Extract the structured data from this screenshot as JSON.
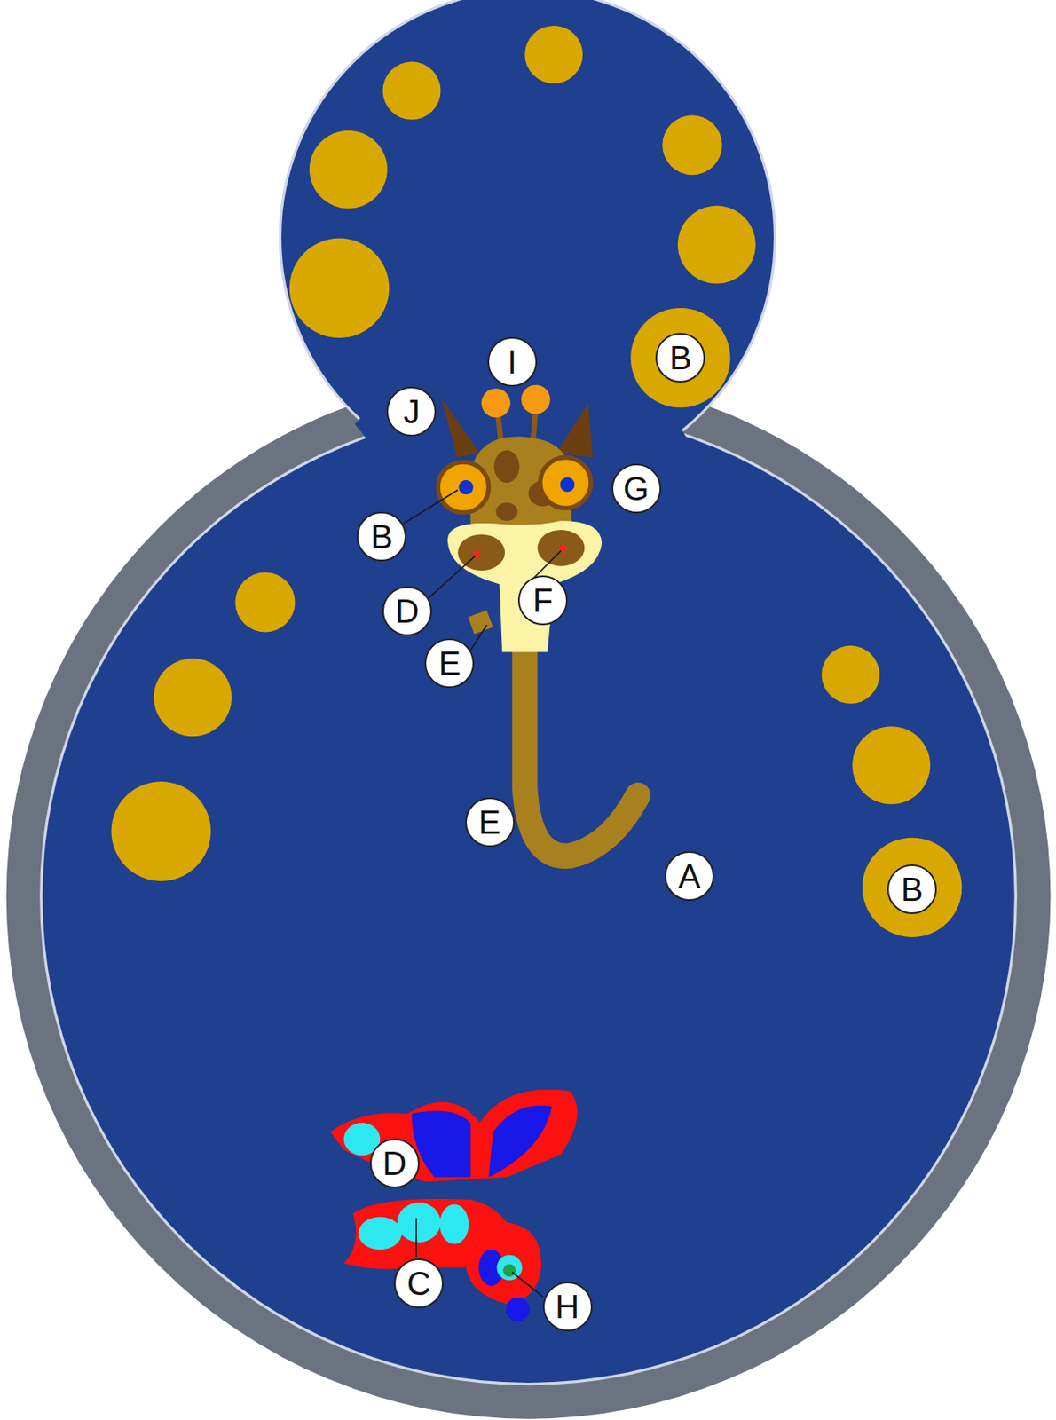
{
  "diagram": {
    "labels": [
      "B",
      "I",
      "J",
      "G",
      "B",
      "D",
      "F",
      "E",
      "E",
      "A",
      "B",
      "D",
      "C",
      "H"
    ]
  }
}
